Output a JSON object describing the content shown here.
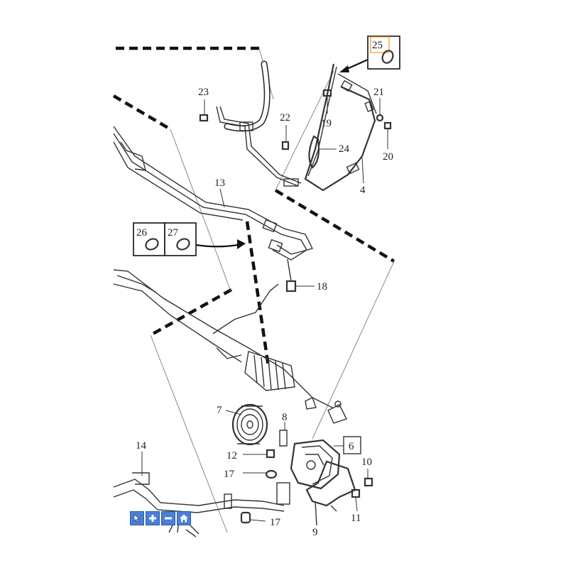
{
  "callouts": {
    "c25": "25",
    "c23": "23",
    "c21": "21",
    "c22": "22",
    "c19": "19",
    "c24": "24",
    "c20": "20",
    "c4": "4",
    "c13": "13",
    "c26": "26",
    "c27": "27",
    "c18": "18",
    "c7": "7",
    "c8": "8",
    "c6": "6",
    "c14": "14",
    "c12": "12",
    "c10": "10",
    "c17a": "17",
    "c11": "11",
    "c17b": "17",
    "c9": "9"
  },
  "highlight": {
    "selected_callout": "25",
    "color": "#f0a020"
  },
  "toolbar": {
    "buttons": [
      "select-icon",
      "zoom-in-icon",
      "zoom-out-icon",
      "home-icon"
    ],
    "color": "#4a7fd8"
  }
}
